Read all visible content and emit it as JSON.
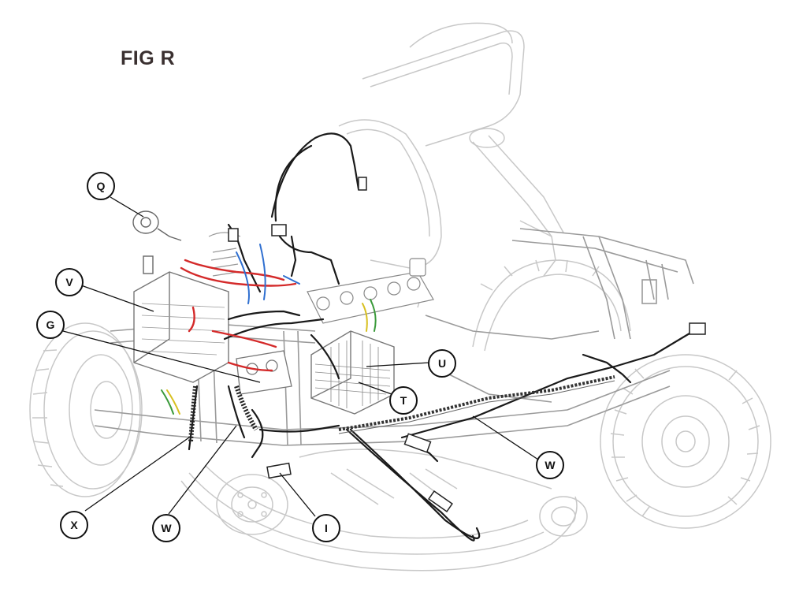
{
  "figure": {
    "title": "FIG R"
  },
  "callouts": {
    "q": "Q",
    "v": "V",
    "g": "G",
    "u": "U",
    "t": "T",
    "w_right": "W",
    "x": "X",
    "w_left": "W",
    "i": "I"
  },
  "colors": {
    "outline": "#c8c8c8",
    "frame": "#9a9a9a",
    "wire_black": "#1a1a1a",
    "wire_red": "#d42a2a",
    "wire_blue": "#2f6fd0",
    "wire_green": "#3a9a3a",
    "wire_yellow": "#d8c020",
    "callout_line": "#111111"
  }
}
